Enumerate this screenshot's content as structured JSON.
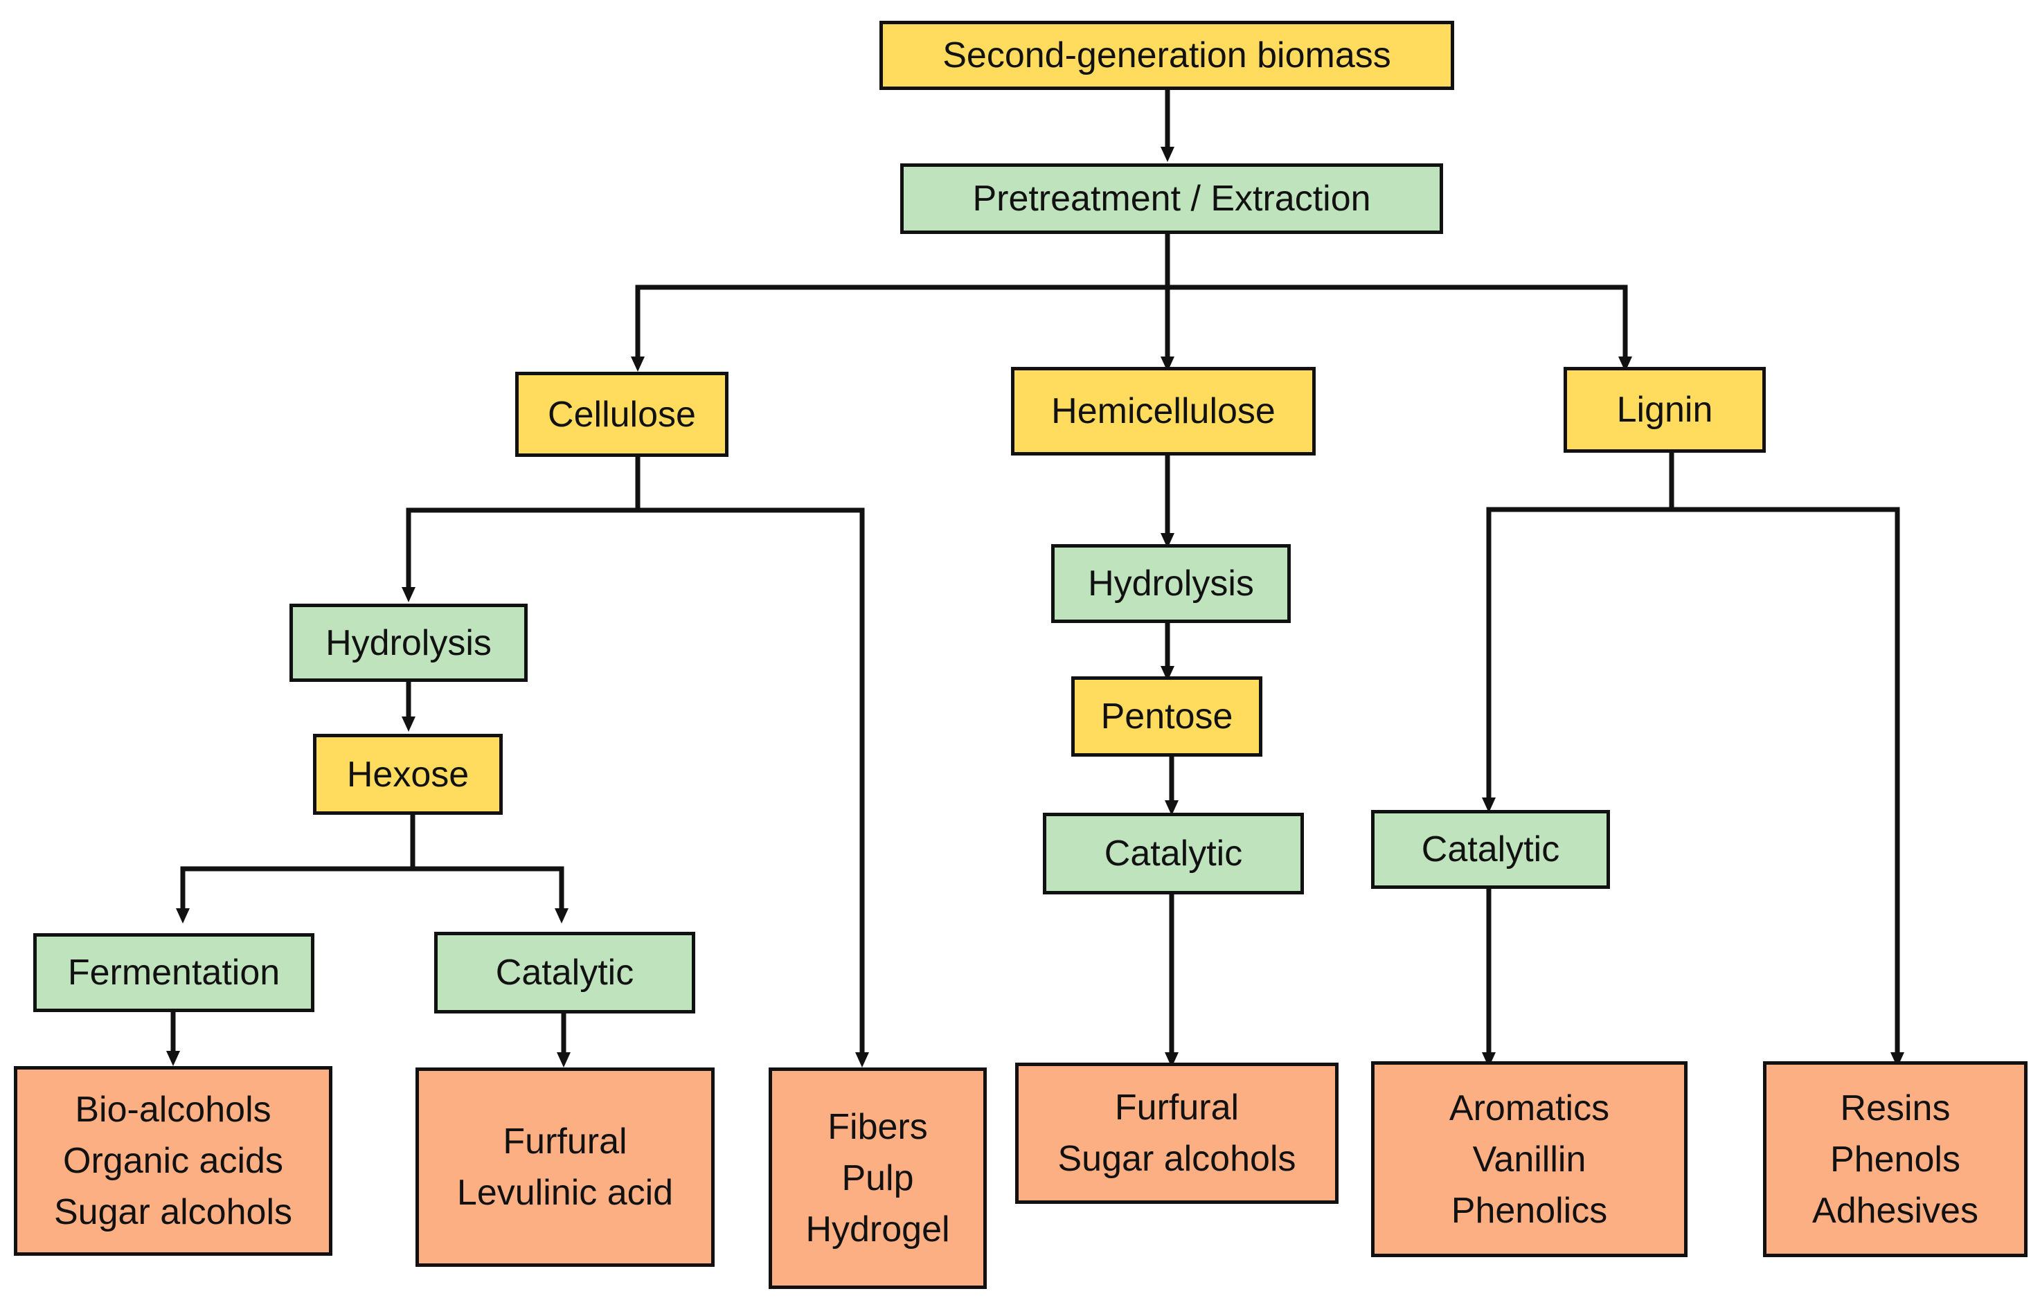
{
  "colors": {
    "source": "#FFDB5E",
    "process": "#BFE3BD",
    "product": "#FBAF82",
    "line": "#111111"
  },
  "nodes": {
    "biomass": {
      "lines": [
        "Second-generation biomass"
      ],
      "kind": "source"
    },
    "pretreatment": {
      "lines": [
        "Pretreatment / Extraction"
      ],
      "kind": "process"
    },
    "cellulose": {
      "lines": [
        "Cellulose"
      ],
      "kind": "source"
    },
    "hemicellulose": {
      "lines": [
        "Hemicellulose"
      ],
      "kind": "source"
    },
    "lignin": {
      "lines": [
        "Lignin"
      ],
      "kind": "source"
    },
    "hydrolysis_cellulose": {
      "lines": [
        "Hydrolysis"
      ],
      "kind": "process"
    },
    "hexose": {
      "lines": [
        "Hexose"
      ],
      "kind": "source"
    },
    "fermentation": {
      "lines": [
        "Fermentation"
      ],
      "kind": "process"
    },
    "catalytic_hexose": {
      "lines": [
        "Catalytic"
      ],
      "kind": "process"
    },
    "products_fermentation": {
      "lines": [
        "Bio-alcohols",
        "Organic acids",
        "Sugar alcohols"
      ],
      "kind": "product"
    },
    "products_catalytic_hexose": {
      "lines": [
        "Furfural",
        "Levulinic acid"
      ],
      "kind": "product"
    },
    "products_cellulose_direct": {
      "lines": [
        "Fibers",
        "Pulp",
        "Hydrogel"
      ],
      "kind": "product"
    },
    "hydrolysis_hemicellulose": {
      "lines": [
        "Hydrolysis"
      ],
      "kind": "process"
    },
    "pentose": {
      "lines": [
        "Pentose"
      ],
      "kind": "source"
    },
    "catalytic_pentose": {
      "lines": [
        "Catalytic"
      ],
      "kind": "process"
    },
    "products_pentose": {
      "lines": [
        "Furfural",
        "Sugar alcohols"
      ],
      "kind": "product"
    },
    "catalytic_lignin": {
      "lines": [
        "Catalytic"
      ],
      "kind": "process"
    },
    "products_catalytic_lignin": {
      "lines": [
        "Aromatics",
        "Vanillin",
        "Phenolics"
      ],
      "kind": "product"
    },
    "products_lignin_direct": {
      "lines": [
        "Resins",
        "Phenols",
        "Adhesives"
      ],
      "kind": "product"
    }
  }
}
